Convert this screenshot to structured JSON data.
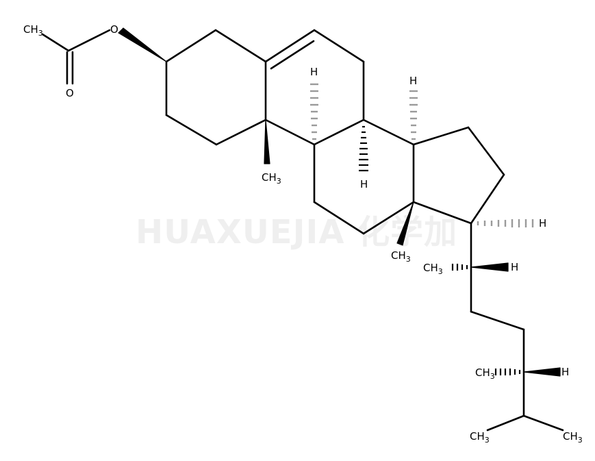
{
  "watermark": {
    "text": "HUAXUEJIA 化学加"
  },
  "atoms": {
    "ch3_acetyl": "CH3",
    "o_ester": "O",
    "o_carbonyl": "O",
    "ch3_c10": "CH3",
    "h_c9": "H",
    "h_c8": "H",
    "h_c14": "H",
    "ch3_c13": "CH3",
    "h_c17": "H",
    "ch3_c20": "CH3",
    "h_c20": "H",
    "ch3_c24": "CH3",
    "h_c24": "H",
    "ch3_term1": "CH3",
    "ch3_term2": "CH3"
  }
}
